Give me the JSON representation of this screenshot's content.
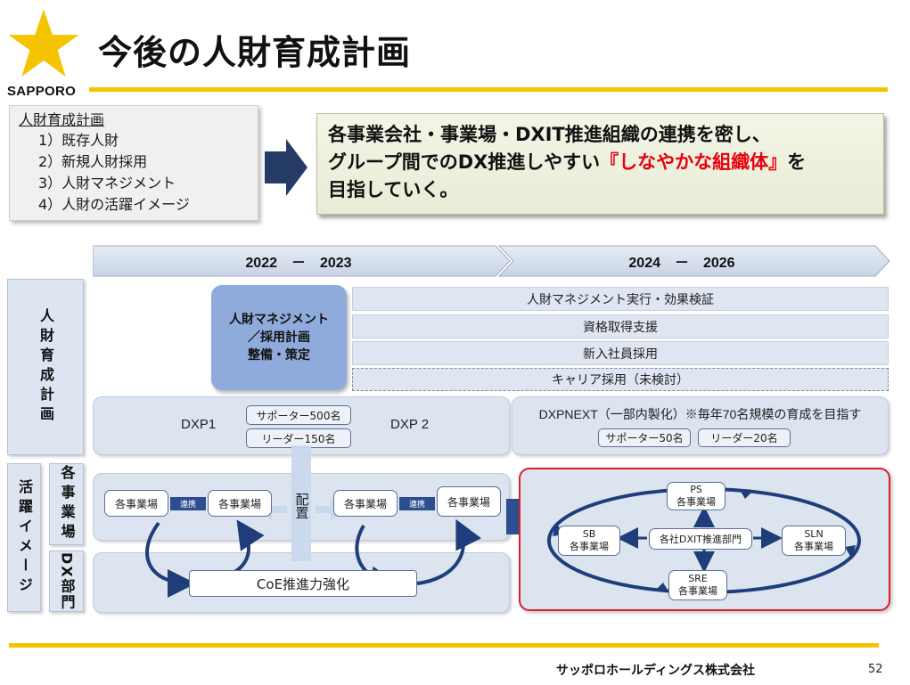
{
  "brand": {
    "logo_text": "SAPPORO",
    "accent_color": "#f4c400"
  },
  "title": "今後の人財育成計画",
  "plan": {
    "heading": "人財育成計画",
    "items": [
      "1）既存人財",
      "2）新規人財採用",
      "3）人財マネジメント",
      "4）人財の活躍イメージ"
    ]
  },
  "message": {
    "line1": "各事業会社・事業場・DXIT推進組織の連携を密し、",
    "line2_pre": "グループ間でのDX推進しやすい",
    "line2_red": "『しなやかな組織体』",
    "line2_post": "を",
    "line3": "目指していく。",
    "highlight_color": "#e8000e"
  },
  "timeline": {
    "period1": "2022　－　2023",
    "period2": "2024　－　2026"
  },
  "rows": {
    "training_plan": "人財育成計画",
    "activity_image": "活躍イメージ",
    "business_sites": "各事業場",
    "dx_dept": "DX部門"
  },
  "hr_box": {
    "line1": "人財マネジメント",
    "line2": "／採用計画",
    "line3": "整備・策定"
  },
  "bars": [
    "人財マネジメント実行・効果検証",
    "資格取得支援",
    "新入社員採用",
    "キャリア採用（未検討）"
  ],
  "dxp": {
    "dxp1": "DXP1",
    "dxp2": "DXP 2",
    "supporter": "サポーター500名",
    "leader": "リーダー150名",
    "next_title": "DXPNEXT（一部内製化）※毎年70名規模の育成を目指す",
    "next_supporter": "サポーター50名",
    "next_leader": "リーダー20名"
  },
  "activity": {
    "site": "各事業場",
    "link": "連携",
    "placement": "配置",
    "coe": "CoE推進力強化"
  },
  "org": {
    "center": "各社DXIT推進部門",
    "ps_code": "PS",
    "ps_label": "各事業場",
    "sb_code": "SB",
    "sb_label": "各事業場",
    "sln_code": "SLN",
    "sln_label": "各事業場",
    "sre_code": "SRE",
    "sre_label": "各事業場"
  },
  "footer": {
    "company": "サッポロホールディングス株式会社",
    "page": "52"
  }
}
